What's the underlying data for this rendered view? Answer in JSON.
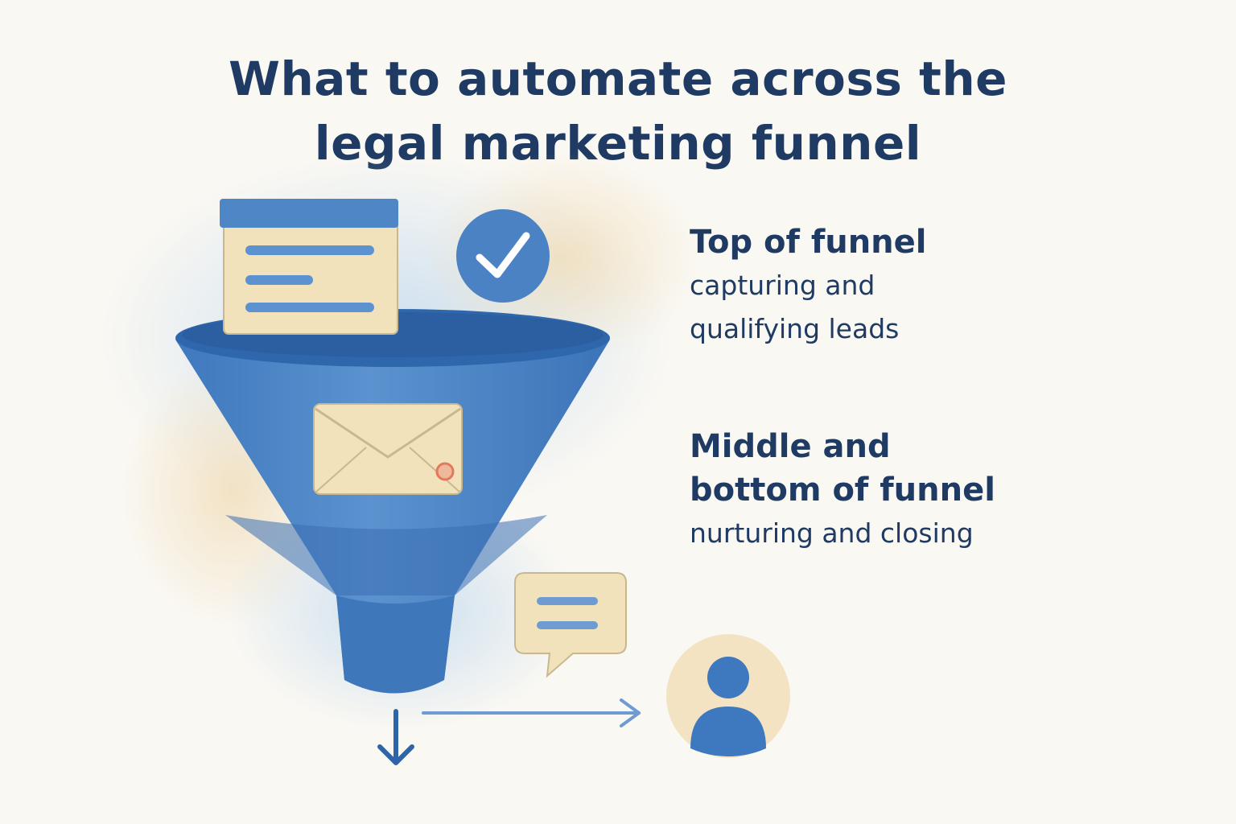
{
  "title": {
    "line1": "What to automate across the",
    "line2": "legal marketing funnel"
  },
  "stages": [
    {
      "title": "Top of funnel",
      "desc_line1": "capturing and",
      "desc_line2": "qualifying leads"
    },
    {
      "title_line1": "Middle and",
      "title_line2": "bottom of funnel",
      "desc_line1": "nurturing and closing"
    }
  ],
  "icons": [
    "form-icon",
    "checkmark-icon",
    "envelope-icon",
    "chat-bubble-icon",
    "person-icon",
    "down-arrow-icon",
    "right-arrow-icon"
  ],
  "colors": {
    "blue": "#4f86c6",
    "dark_blue": "#1f3b63",
    "cream": "#f2e2bc",
    "background": "#faf8f3"
  }
}
